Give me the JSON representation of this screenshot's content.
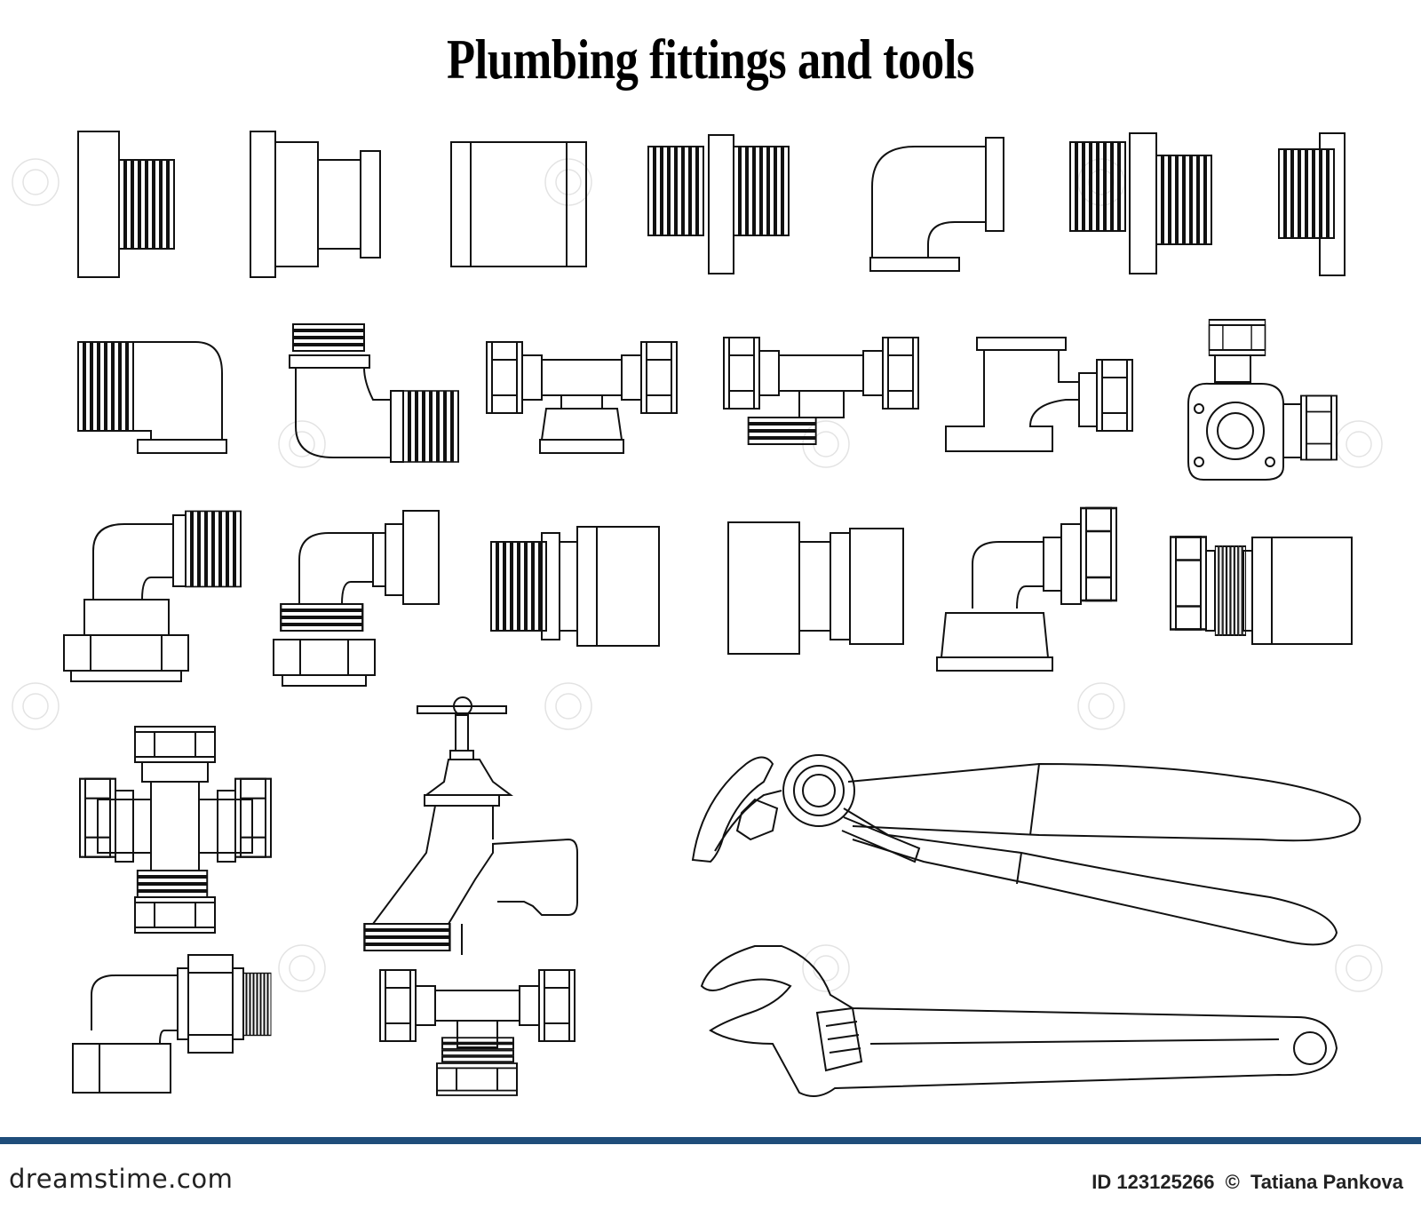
{
  "title": "Plumbing fittings and tools",
  "footer": {
    "logo": "dreamstime.com",
    "id_label": "ID 123125266",
    "copyright": "©",
    "author": "Tatiana Pankova"
  },
  "icons": {
    "row1": [
      "pipe-plug-threaded-icon",
      "reducing-bushing-icon",
      "coupling-sleeve-icon",
      "threaded-nipple-icon",
      "elbow-female-icon",
      "hex-nipple-icon",
      "threaded-cap-icon"
    ],
    "row2": [
      "elbow-male-icon",
      "elbow-male-male-icon",
      "tee-compression-icon",
      "tee-compression-male-icon",
      "wall-elbow-compression-icon",
      "wall-plate-elbow-icon"
    ],
    "row3": [
      "elbow-compression-male-icon",
      "elbow-compression-nut-icon",
      "adapter-male-compression-icon",
      "adapter-female-compression-icon",
      "elbow-compression-female-icon",
      "compression-union-icon"
    ],
    "row4": [
      "cross-compression-icon",
      "water-faucet-icon",
      "water-pump-pliers-icon"
    ],
    "row5": [
      "elbow-union-icon",
      "tee-compression-small-icon",
      "adjustable-wrench-icon"
    ]
  }
}
